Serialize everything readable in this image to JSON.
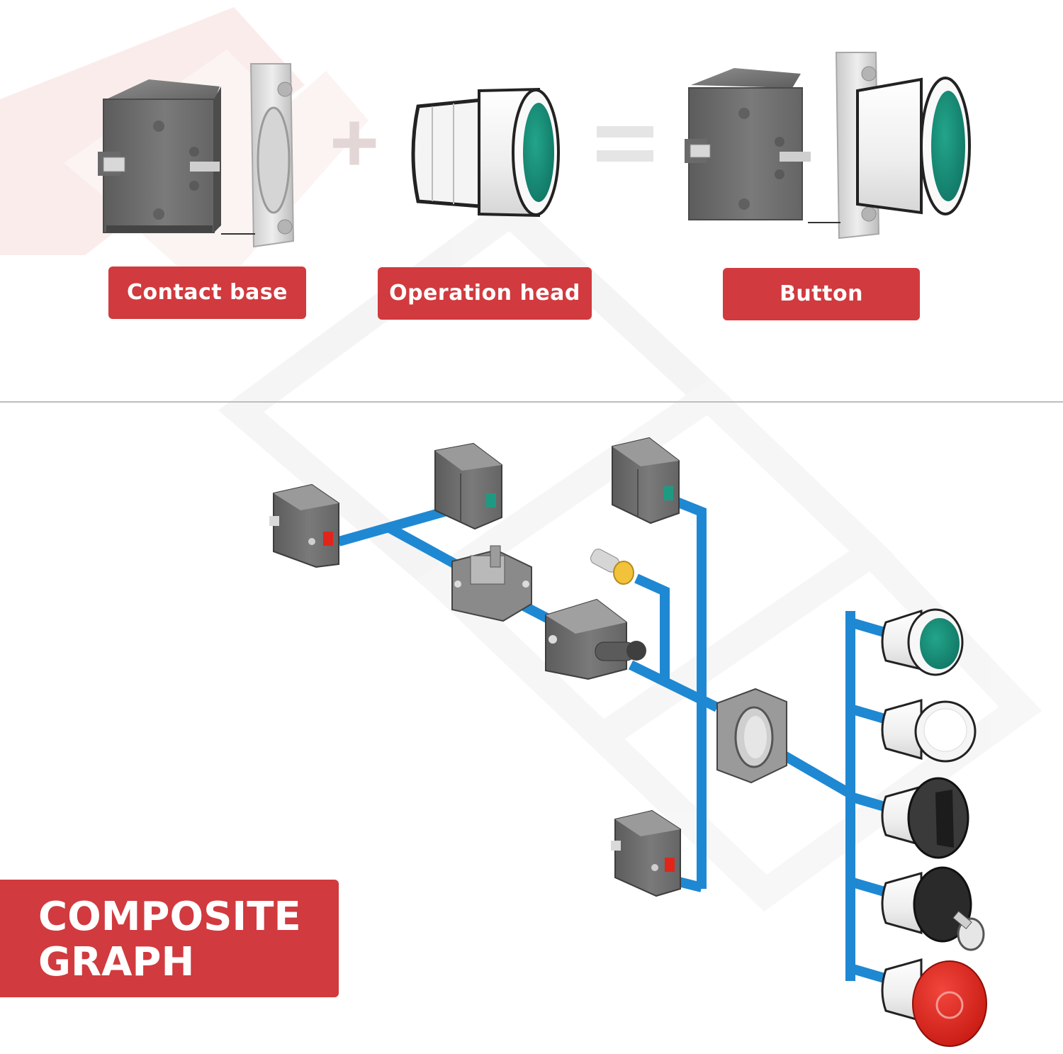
{
  "labels": {
    "contact_base": "Contact base",
    "operation_head": "Operation head",
    "button": "Button"
  },
  "operators": {
    "plus": "+",
    "equals": "="
  },
  "composite": {
    "line1": "COMPOSITE",
    "line2": "GRAPH"
  },
  "colors": {
    "label_red": "#d13a3e",
    "connector_blue": "#1f88d2",
    "body_gray": "#707070",
    "button_green": "#178f79",
    "stop_red": "#e1251b",
    "lamp_yellow": "#f2c23a",
    "key_black": "#2a2a2a"
  },
  "icons": {
    "contact_base": "contact-block-icon",
    "operation_head": "green-push-head-icon",
    "button": "assembled-button-icon",
    "operator_heads": [
      "green-flush-head-icon",
      "white-illuminated-head-icon",
      "selector-switch-head-icon",
      "key-switch-head-icon",
      "mushroom-emergency-stop-head-icon"
    ]
  }
}
